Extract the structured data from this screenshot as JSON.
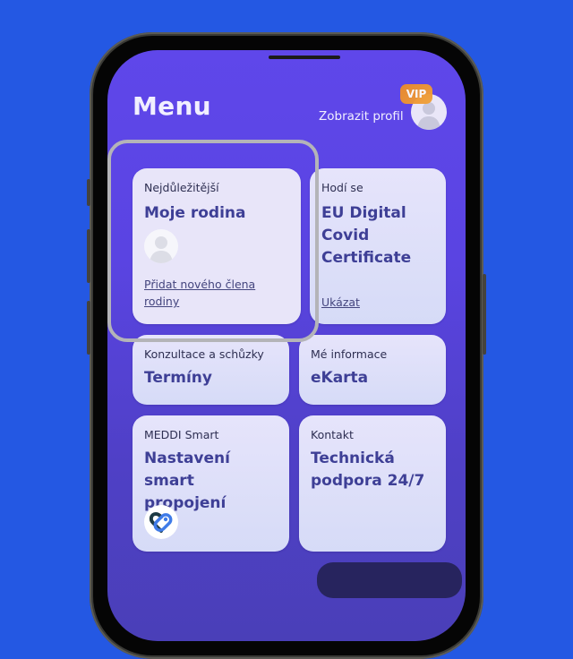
{
  "header": {
    "title": "Menu",
    "profile_link": "Zobrazit profil",
    "vip_badge": "VIP"
  },
  "cards": [
    {
      "subtitle": "Nejdůležitější",
      "title": "Moje rodina",
      "link": "Přidat nového člena rodiny",
      "icon": "person-avatar-icon",
      "highlighted": true
    },
    {
      "subtitle": "Hodí se",
      "title": "EU Digital Covid Certificate",
      "link": "Ukázat"
    },
    {
      "subtitle": "Konzultace a schůzky",
      "title": "Termíny"
    },
    {
      "subtitle": "Mé informace",
      "title": "eKarta"
    },
    {
      "subtitle": "MEDDI Smart",
      "title": "Nastavení smart propojení",
      "icon": "health-connect-icon"
    },
    {
      "subtitle": "Kontakt",
      "title": "Technická podpora 24/7"
    }
  ],
  "colors": {
    "background": "#2458e3",
    "screen": "#5f47ea",
    "card_title": "#3e3f96",
    "vip": "#ec8a2a",
    "highlight_ring": "#b4b4b8"
  }
}
